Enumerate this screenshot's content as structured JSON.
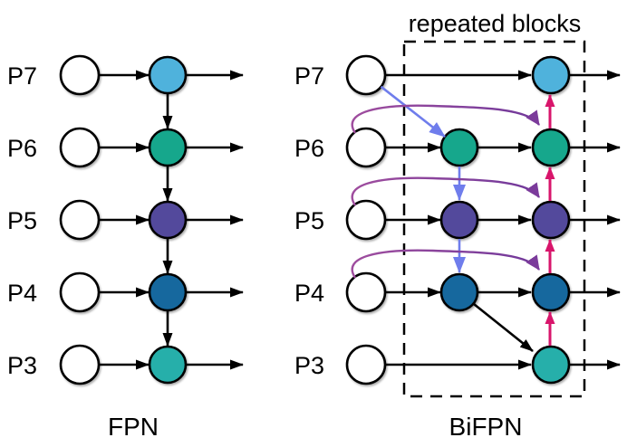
{
  "figure": {
    "fpn": {
      "caption": "FPN",
      "rows": [
        {
          "label": "P7",
          "color": "#4FB2DC"
        },
        {
          "label": "P6",
          "color": "#12A78C"
        },
        {
          "label": "P5",
          "color": "#52489C"
        },
        {
          "label": "P4",
          "color": "#12689E"
        },
        {
          "label": "P3",
          "color": "#28AFAA"
        }
      ]
    },
    "bifpn": {
      "caption": "BiFPN",
      "box_label": "repeated blocks",
      "rows": [
        {
          "label": "P7",
          "color": "#4FB2DC",
          "has_mid_node": false
        },
        {
          "label": "P6",
          "color": "#12A78C",
          "has_mid_node": true
        },
        {
          "label": "P5",
          "color": "#52489C",
          "has_mid_node": true
        },
        {
          "label": "P4",
          "color": "#12689E",
          "has_mid_node": true
        },
        {
          "label": "P3",
          "color": "#28AFAA",
          "has_mid_node": false
        }
      ]
    },
    "colors": {
      "edge": "#000000",
      "node_stroke": "#000000",
      "input_node_fill": "#FFFFFF",
      "top_down_arrow": "#6F7DEC",
      "skip_arrow_start": "#9F4D9E",
      "skip_arrow_end": "#70389A",
      "skip_arrowhead": "#7B3B9B",
      "bottom_up_arrow": "#D8156B",
      "background": "#FFFFFF"
    }
  }
}
